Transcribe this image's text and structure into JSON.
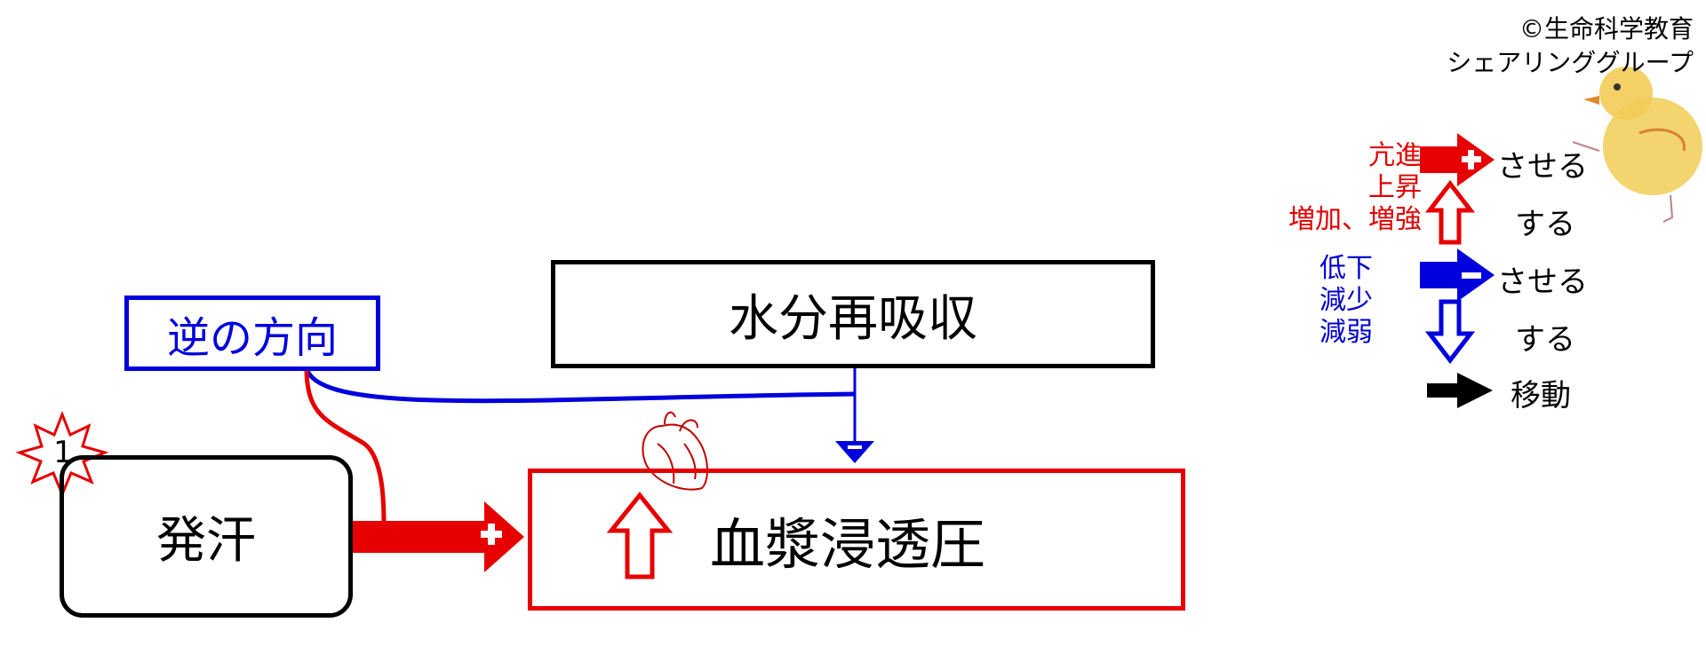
{
  "copyright": {
    "line1": "©生命科学教育",
    "line2": "シェアリンググループ"
  },
  "diagram": {
    "reverse_label": "逆の方向",
    "water_reabsorption": "水分再吸収",
    "sweating": "発汗",
    "plasma_osmotic_pressure": "血漿浸透圧",
    "step_number": "1"
  },
  "legend": {
    "red_terms": [
      "亢進",
      "上昇",
      "増加、増強"
    ],
    "blue_terms": [
      "低下",
      "減少",
      "減弱"
    ],
    "saseru": "させる",
    "suru": "する",
    "move": "移動"
  },
  "colors": {
    "red": "#e60000",
    "blue": "#0000dd",
    "black": "#000000"
  }
}
